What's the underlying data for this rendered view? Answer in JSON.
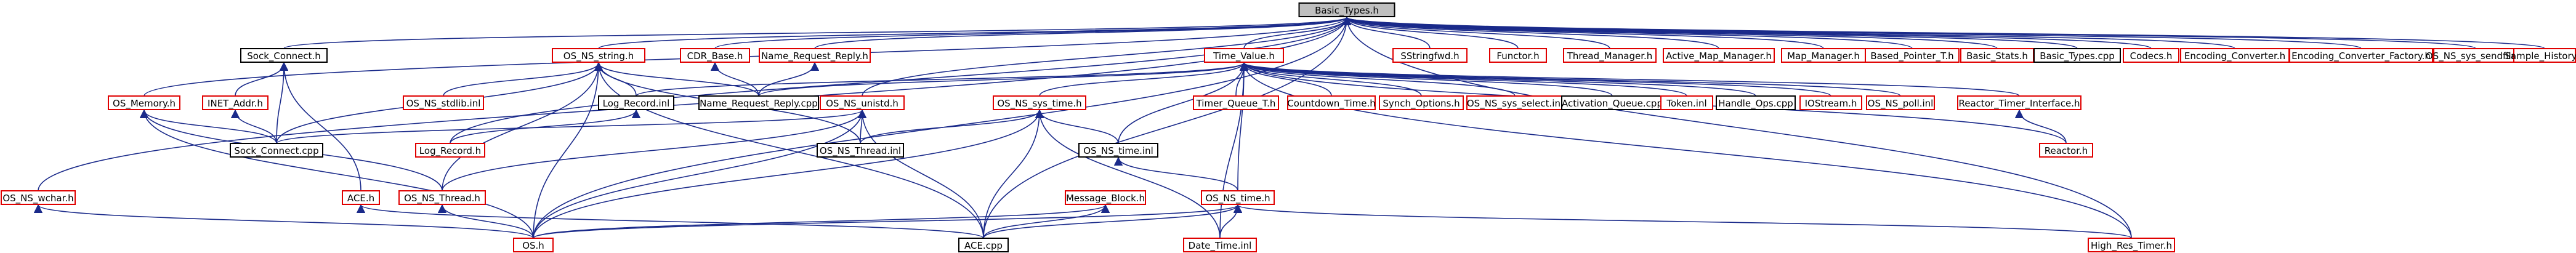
{
  "diagram": {
    "nodes": [
      {
        "id": "basic_types_h",
        "label": "Basic_Types.h",
        "color": "root"
      },
      {
        "id": "sock_connect_h",
        "label": "Sock_Connect.h",
        "color": "black"
      },
      {
        "id": "os_ns_string_h",
        "label": "OS_NS_string.h",
        "color": "red"
      },
      {
        "id": "cdr_base_h",
        "label": "CDR_Base.h",
        "color": "red"
      },
      {
        "id": "name_request_reply_h",
        "label": "Name_Request_Reply.h",
        "color": "red"
      },
      {
        "id": "time_value_h",
        "label": "Time_Value.h",
        "color": "red"
      },
      {
        "id": "sstringfwd_h",
        "label": "SStringfwd.h",
        "color": "red"
      },
      {
        "id": "functor_h",
        "label": "Functor.h",
        "color": "red"
      },
      {
        "id": "thread_manager_h",
        "label": "Thread_Manager.h",
        "color": "red"
      },
      {
        "id": "active_map_manager_h",
        "label": "Active_Map_Manager.h",
        "color": "red"
      },
      {
        "id": "map_manager_h",
        "label": "Map_Manager.h",
        "color": "red"
      },
      {
        "id": "based_pointer_t_h",
        "label": "Based_Pointer_T.h",
        "color": "red"
      },
      {
        "id": "basic_stats_h",
        "label": "Basic_Stats.h",
        "color": "red"
      },
      {
        "id": "basic_types_cpp",
        "label": "Basic_Types.cpp",
        "color": "black"
      },
      {
        "id": "codecs_h",
        "label": "Codecs.h",
        "color": "red"
      },
      {
        "id": "encoding_converter_h",
        "label": "Encoding_Converter.h",
        "color": "red"
      },
      {
        "id": "encoding_converter_factory_h",
        "label": "Encoding_Converter_Factory.h",
        "color": "red"
      },
      {
        "id": "os_ns_sys_sendfile_h",
        "label": "OS_NS_sys_sendfile.h",
        "color": "red"
      },
      {
        "id": "sample_history_h",
        "label": "Sample_History.h",
        "color": "red"
      },
      {
        "id": "os_memory_h",
        "label": "OS_Memory.h",
        "color": "red"
      },
      {
        "id": "inet_addr_h",
        "label": "INET_Addr.h",
        "color": "red"
      },
      {
        "id": "os_ns_stdlib_inl",
        "label": "OS_NS_stdlib.inl",
        "color": "red"
      },
      {
        "id": "log_record_inl",
        "label": "Log_Record.inl",
        "color": "black"
      },
      {
        "id": "name_request_reply_cpp",
        "label": "Name_Request_Reply.cpp",
        "color": "black"
      },
      {
        "id": "os_ns_unistd_h",
        "label": "OS_NS_unistd.h",
        "color": "red"
      },
      {
        "id": "os_ns_sys_time_h",
        "label": "OS_NS_sys_time.h",
        "color": "red"
      },
      {
        "id": "timer_queue_t_h",
        "label": "Timer_Queue_T.h",
        "color": "red"
      },
      {
        "id": "countdown_time_h",
        "label": "Countdown_Time.h",
        "color": "red"
      },
      {
        "id": "synch_options_h",
        "label": "Synch_Options.h",
        "color": "red"
      },
      {
        "id": "os_ns_sys_select_inl",
        "label": "OS_NS_sys_select.inl",
        "color": "red"
      },
      {
        "id": "activation_queue_cpp",
        "label": "Activation_Queue.cpp",
        "color": "black"
      },
      {
        "id": "token_inl",
        "label": "Token.inl",
        "color": "red"
      },
      {
        "id": "handle_ops_cpp",
        "label": "Handle_Ops.cpp",
        "color": "black"
      },
      {
        "id": "iostream_h",
        "label": "IOStream.h",
        "color": "red"
      },
      {
        "id": "os_ns_poll_inl",
        "label": "OS_NS_poll.inl",
        "color": "red"
      },
      {
        "id": "reactor_timer_interface_h",
        "label": "Reactor_Timer_Interface.h",
        "color": "red"
      },
      {
        "id": "sock_connect_cpp",
        "label": "Sock_Connect.cpp",
        "color": "black"
      },
      {
        "id": "log_record_h",
        "label": "Log_Record.h",
        "color": "red"
      },
      {
        "id": "os_ns_thread_inl",
        "label": "OS_NS_Thread.inl",
        "color": "black"
      },
      {
        "id": "os_ns_time_inl",
        "label": "OS_NS_time.inl",
        "color": "black"
      },
      {
        "id": "reactor_h",
        "label": "Reactor.h",
        "color": "red"
      },
      {
        "id": "os_ns_wchar_h",
        "label": "OS_NS_wchar.h",
        "color": "red"
      },
      {
        "id": "ace_h",
        "label": "ACE.h",
        "color": "red"
      },
      {
        "id": "os_ns_thread_h",
        "label": "OS_NS_Thread.h",
        "color": "red"
      },
      {
        "id": "message_block_h",
        "label": "Message_Block.h",
        "color": "red"
      },
      {
        "id": "os_ns_time_h",
        "label": "OS_NS_time.h",
        "color": "red"
      },
      {
        "id": "os_h",
        "label": "OS.h",
        "color": "red"
      },
      {
        "id": "ace_cpp",
        "label": "ACE.cpp",
        "color": "black"
      },
      {
        "id": "date_time_inl",
        "label": "Date_Time.inl",
        "color": "red"
      },
      {
        "id": "high_res_timer_h",
        "label": "High_Res_Timer.h",
        "color": "red"
      }
    ],
    "edges": [
      {
        "from": "sock_connect_h",
        "to": "basic_types_h"
      },
      {
        "from": "os_ns_string_h",
        "to": "basic_types_h"
      },
      {
        "from": "cdr_base_h",
        "to": "basic_types_h"
      },
      {
        "from": "name_request_reply_h",
        "to": "basic_types_h"
      },
      {
        "from": "time_value_h",
        "to": "basic_types_h"
      },
      {
        "from": "sstringfwd_h",
        "to": "basic_types_h"
      },
      {
        "from": "functor_h",
        "to": "basic_types_h"
      },
      {
        "from": "thread_manager_h",
        "to": "basic_types_h"
      },
      {
        "from": "active_map_manager_h",
        "to": "basic_types_h"
      },
      {
        "from": "map_manager_h",
        "to": "basic_types_h"
      },
      {
        "from": "based_pointer_t_h",
        "to": "basic_types_h"
      },
      {
        "from": "basic_stats_h",
        "to": "basic_types_h"
      },
      {
        "from": "basic_types_cpp",
        "to": "basic_types_h"
      },
      {
        "from": "codecs_h",
        "to": "basic_types_h"
      },
      {
        "from": "encoding_converter_h",
        "to": "basic_types_h"
      },
      {
        "from": "encoding_converter_factory_h",
        "to": "basic_types_h"
      },
      {
        "from": "os_ns_sys_sendfile_h",
        "to": "basic_types_h"
      },
      {
        "from": "sample_history_h",
        "to": "basic_types_h"
      },
      {
        "from": "os_memory_h",
        "to": "basic_types_h"
      },
      {
        "from": "os_ns_wchar_h",
        "to": "basic_types_h"
      },
      {
        "from": "os_h",
        "to": "basic_types_h"
      },
      {
        "from": "ace_cpp",
        "to": "basic_types_h"
      },
      {
        "from": "high_res_timer_h",
        "to": "basic_types_h"
      },
      {
        "from": "os_ns_unistd_h",
        "to": "basic_types_h"
      },
      {
        "from": "log_record_h",
        "to": "basic_types_h"
      },
      {
        "from": "sock_connect_cpp",
        "to": "sock_connect_h"
      },
      {
        "from": "inet_addr_h",
        "to": "sock_connect_h"
      },
      {
        "from": "ace_h",
        "to": "sock_connect_h"
      },
      {
        "from": "os_ns_stdlib_inl",
        "to": "os_ns_string_h"
      },
      {
        "from": "log_record_inl",
        "to": "os_ns_string_h"
      },
      {
        "from": "name_request_reply_cpp",
        "to": "os_ns_string_h"
      },
      {
        "from": "sock_connect_cpp",
        "to": "os_ns_string_h"
      },
      {
        "from": "os_ns_thread_inl",
        "to": "os_ns_string_h"
      },
      {
        "from": "os_h",
        "to": "os_ns_string_h"
      },
      {
        "from": "ace_cpp",
        "to": "os_ns_string_h"
      },
      {
        "from": "os_ns_thread_h",
        "to": "os_ns_string_h"
      },
      {
        "from": "name_request_reply_cpp",
        "to": "cdr_base_h"
      },
      {
        "from": "name_request_reply_cpp",
        "to": "name_request_reply_h"
      },
      {
        "from": "timer_queue_t_h",
        "to": "time_value_h"
      },
      {
        "from": "countdown_time_h",
        "to": "time_value_h"
      },
      {
        "from": "synch_options_h",
        "to": "time_value_h"
      },
      {
        "from": "os_ns_sys_select_inl",
        "to": "time_value_h"
      },
      {
        "from": "activation_queue_cpp",
        "to": "time_value_h"
      },
      {
        "from": "token_inl",
        "to": "time_value_h"
      },
      {
        "from": "handle_ops_cpp",
        "to": "time_value_h"
      },
      {
        "from": "iostream_h",
        "to": "time_value_h"
      },
      {
        "from": "os_ns_poll_inl",
        "to": "time_value_h"
      },
      {
        "from": "reactor_timer_interface_h",
        "to": "time_value_h"
      },
      {
        "from": "os_ns_sys_time_h",
        "to": "time_value_h"
      },
      {
        "from": "os_ns_time_h",
        "to": "time_value_h"
      },
      {
        "from": "log_record_inl",
        "to": "time_value_h"
      },
      {
        "from": "name_request_reply_cpp",
        "to": "time_value_h"
      },
      {
        "from": "reactor_h",
        "to": "time_value_h"
      },
      {
        "from": "high_res_timer_h",
        "to": "time_value_h"
      },
      {
        "from": "date_time_inl",
        "to": "time_value_h"
      },
      {
        "from": "os_ns_time_inl",
        "to": "time_value_h"
      },
      {
        "from": "sock_connect_cpp",
        "to": "os_memory_h"
      },
      {
        "from": "os_ns_thread_h",
        "to": "os_memory_h"
      },
      {
        "from": "os_h",
        "to": "os_memory_h"
      },
      {
        "from": "sock_connect_cpp",
        "to": "inet_addr_h"
      },
      {
        "from": "log_record_h",
        "to": "log_record_inl"
      },
      {
        "from": "sock_connect_cpp",
        "to": "os_ns_unistd_h"
      },
      {
        "from": "os_ns_thread_inl",
        "to": "os_ns_unistd_h"
      },
      {
        "from": "os_h",
        "to": "os_ns_unistd_h"
      },
      {
        "from": "ace_cpp",
        "to": "os_ns_unistd_h"
      },
      {
        "from": "os_ns_thread_h",
        "to": "os_ns_unistd_h"
      },
      {
        "from": "os_ns_thread_inl",
        "to": "os_ns_sys_time_h"
      },
      {
        "from": "os_ns_time_inl",
        "to": "os_ns_sys_time_h"
      },
      {
        "from": "os_h",
        "to": "os_ns_sys_time_h"
      },
      {
        "from": "ace_cpp",
        "to": "os_ns_sys_time_h"
      },
      {
        "from": "date_time_inl",
        "to": "os_ns_sys_time_h"
      },
      {
        "from": "reactor_h",
        "to": "reactor_timer_interface_h"
      },
      {
        "from": "os_ns_time_h",
        "to": "os_ns_time_inl"
      },
      {
        "from": "os_h",
        "to": "os_ns_wchar_h"
      },
      {
        "from": "ace_cpp",
        "to": "ace_h"
      },
      {
        "from": "os_h",
        "to": "os_ns_thread_h"
      },
      {
        "from": "ace_cpp",
        "to": "message_block_h"
      },
      {
        "from": "os_h",
        "to": "message_block_h"
      },
      {
        "from": "os_h",
        "to": "os_ns_time_h"
      },
      {
        "from": "ace_cpp",
        "to": "os_ns_time_h"
      },
      {
        "from": "date_time_inl",
        "to": "os_ns_time_h"
      },
      {
        "from": "high_res_timer_h",
        "to": "os_ns_time_h"
      }
    ]
  }
}
